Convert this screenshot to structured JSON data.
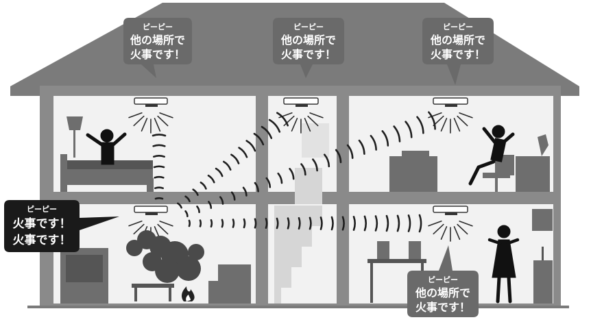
{
  "bubbles": {
    "top_left": {
      "beep": "ピーピー",
      "line1": "他の場所で",
      "line2": "火事です！"
    },
    "top_center": {
      "beep": "ピーピー",
      "line1": "他の場所で",
      "line2": "火事です！"
    },
    "top_right": {
      "beep": "ピーピー",
      "line1": "他の場所で",
      "line2": "火事です！"
    },
    "origin": {
      "beep": "ピーピー",
      "line1": "火事です！",
      "line2": "火事です！"
    },
    "bottom_right": {
      "beep": "ピーピー",
      "line1": "他の場所で",
      "line2": "火事です！"
    }
  },
  "colors": {
    "roof": "#7b7b7b",
    "wall": "#8a8a8a",
    "room": "#f2f2f2",
    "bubble": "#6a6a6a",
    "origin_bubble": "#1a1a1a",
    "smoke": "#4a4a4a",
    "fire": "#222222"
  },
  "icons": [
    "smoke-alarm-icon",
    "fire-icon",
    "smoke-icon"
  ]
}
